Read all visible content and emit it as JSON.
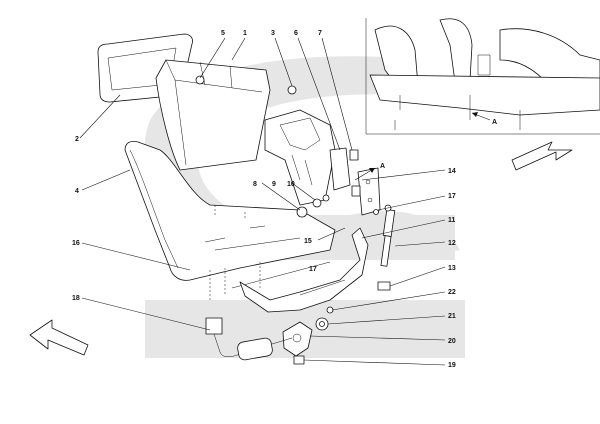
{
  "labels": {
    "n1": "1",
    "n2": "2",
    "n3": "3",
    "n4": "4",
    "n5": "5",
    "n6": "6",
    "n7": "7",
    "n8": "8",
    "n9": "9",
    "n10": "10",
    "n11": "11",
    "n12": "12",
    "n13": "13",
    "n14": "14",
    "n15": "15",
    "n16": "16",
    "n17a": "17",
    "n17b": "17",
    "n18": "18",
    "n19": "19",
    "n20": "20",
    "n21": "21",
    "n22": "22",
    "view_a_1": "A",
    "view_a_2": "A"
  },
  "icons": {
    "direction_arrow_left": "hollow-arrow-icon",
    "direction_arrow_right": "hollow-arrow-icon"
  },
  "colors": {
    "watermark": "#e6e6e6",
    "line": "#111111"
  }
}
